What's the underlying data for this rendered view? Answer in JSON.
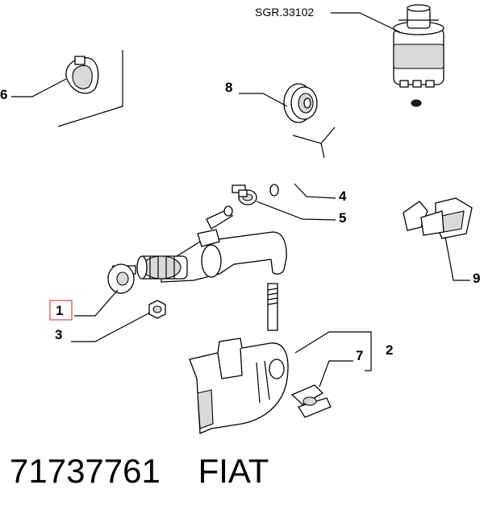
{
  "diagram": {
    "reference_label": "SGR.33102",
    "callouts": {
      "c1": "1",
      "c2": "2",
      "c3": "3",
      "c4": "4",
      "c5": "5",
      "c6": "6",
      "c7": "7",
      "c8": "8",
      "c9": "9"
    },
    "highlight_color": "#e06060"
  },
  "footer": {
    "part_number": "71737761",
    "brand": "FIAT"
  }
}
